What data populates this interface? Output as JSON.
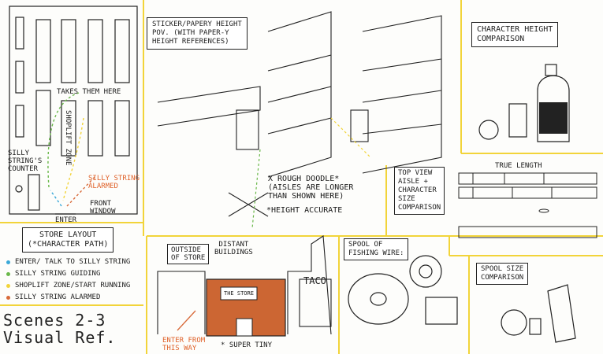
{
  "colors": {
    "divider": "#f2d43a",
    "orange": "#d86a3a",
    "green": "#6ab84a",
    "blue": "#5ab0d8",
    "yellow": "#f2d43a",
    "cyan": "#3aa8d8",
    "building": "#cc6633"
  },
  "store": {
    "takes_them_here": "Takes them here",
    "silly_string_counter": "Silly\nString's\ncounter",
    "shoplift_zone": "Shoplift zone",
    "silly_string_alarmed": "Silly string\nalarmed",
    "front_window": "Front\nwindow",
    "enter": "Enter"
  },
  "store_layout": {
    "title": "Store layout",
    "subtitle": "(*character path)"
  },
  "legend": [
    {
      "label": "Enter/ talk to silly string",
      "color": "#3aa8d8"
    },
    {
      "label": "Silly string guiding",
      "color": "#6ab84a"
    },
    {
      "label": "Shoplift zone/start running",
      "color": "#f2d43a"
    },
    {
      "label": "Silly string alarmed",
      "color": "#d86a3a"
    }
  ],
  "big_title": {
    "line1": "Scenes 2-3",
    "line2": "Visual Ref."
  },
  "pov": {
    "title": "Sticker/papery height\nPOV. (with paper-y\nheight references)",
    "rough": "X Rough doodle*\n(aisles are longer\nthan shown here)",
    "height": "*Height accurate"
  },
  "character_height": "Character height\ncomparison",
  "top_view": {
    "title": "Top view\naisle +\ncharacter\nsize\ncomparison",
    "true_length": "True length"
  },
  "outside": {
    "title": "Outside\nof store",
    "distant": "Distant\nbuildings",
    "store_sign": "The store",
    "taco": "TACO",
    "enter": "Enter from\nthis way",
    "tiny": "* Super tiny"
  },
  "spool_wire": "Spool of\nfishing wire:",
  "spool_size": "Spool size\ncomparison"
}
